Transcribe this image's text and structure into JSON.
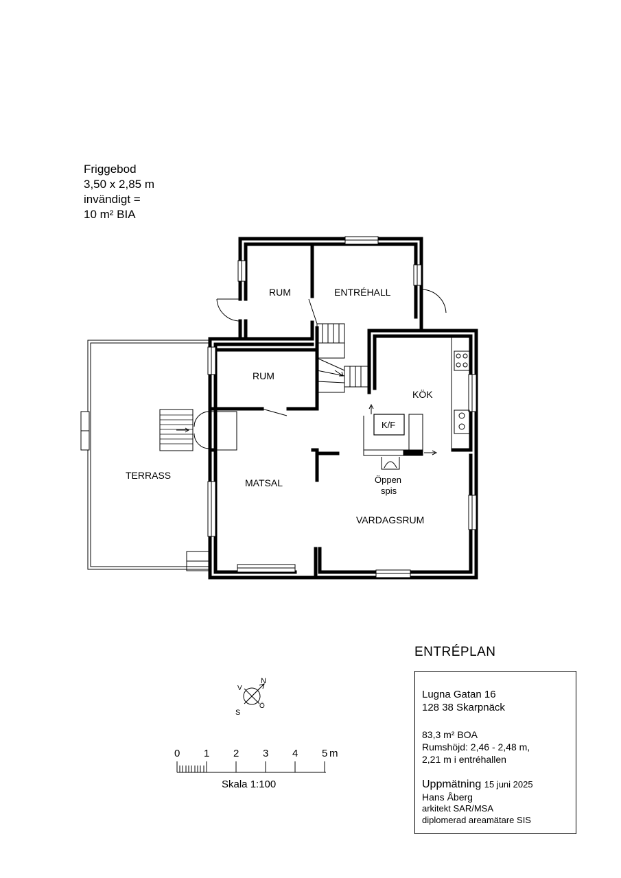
{
  "friggebod": {
    "line1": "Friggebod",
    "line2": "3,50 x 2,85 m",
    "line3": "invändigt =",
    "line4": "10 m² BIA"
  },
  "rooms": {
    "rum_upper": "RUM",
    "entrehall": "ENTRÉHALL",
    "rum_lower": "RUM",
    "kok": "KÖK",
    "kf": "K/F",
    "terrass": "TERRASS",
    "matsal": "MATSAL",
    "oppen_spis_1": "Öppen",
    "oppen_spis_2": "spis",
    "vardagsrum": "VARDAGSRUM"
  },
  "compass": {
    "n": "N",
    "v": "V",
    "s": "S",
    "o": "Ö"
  },
  "scale": {
    "ticks": [
      "0",
      "1",
      "2",
      "3",
      "4",
      "5"
    ],
    "unit": "m",
    "label": "Skala 1:100"
  },
  "plan_title": "ENTRÉPLAN",
  "info": {
    "street": "Lugna Gatan 16",
    "postal": "128 38 Skarpnäck",
    "area": "83,3 m² BOA",
    "height1": "Rumshöjd: 2,46 - 2,48 m,",
    "height2": "2,21 m i entréhallen",
    "survey_label": "Uppmätning",
    "survey_date": "15 juni 2025",
    "name": "Hans Åberg",
    "role1": "arkitekt SAR/MSA",
    "role2": "diplomerad areamätare SIS"
  }
}
